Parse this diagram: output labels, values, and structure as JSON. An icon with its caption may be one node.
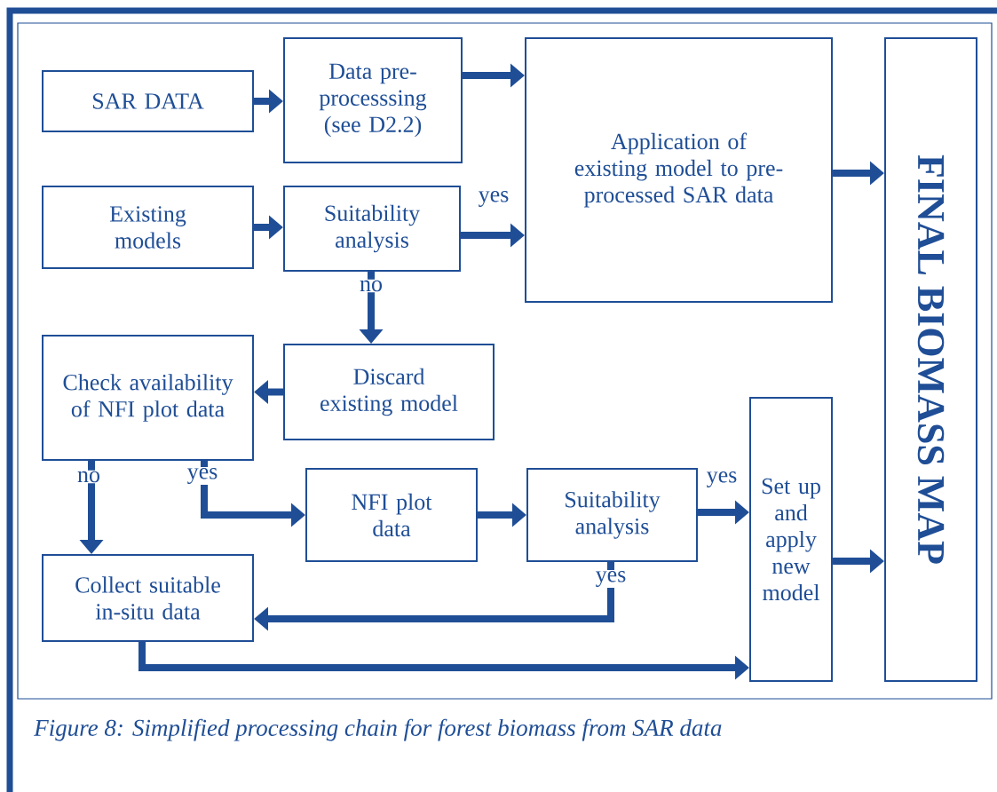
{
  "diagram": {
    "caption": "Figure 8: Simplified processing chain for forest biomass from SAR data",
    "nodes": [
      {
        "text": [
          "SAR DATA"
        ]
      },
      {
        "text": [
          "Data pre- processsing (see D2.2)"
        ]
      },
      {
        "text": [
          "Application of existing model to pre-processed SAR data"
        ]
      },
      {
        "text": [
          "FINAL BIOMASS MAP"
        ]
      },
      {
        "text": [
          "Existing models"
        ]
      },
      {
        "text": [
          "Suitability analysis"
        ]
      },
      {
        "text": [
          "Discard existing model"
        ]
      },
      {
        "text": [
          "Check availability of NFI plot data"
        ]
      },
      {
        "text": [
          "NFI plot data"
        ]
      },
      {
        "text": [
          "Suitability analysis"
        ]
      },
      {
        "text": [
          "Set up and apply new model"
        ]
      },
      {
        "text": [
          "Collect suitable in-situ data"
        ]
      }
    ],
    "edges": [
      {
        "from": 0,
        "to": 1,
        "arrow": "to"
      },
      {
        "from": 1,
        "to": 2,
        "arrow": "to"
      },
      {
        "from": 2,
        "to": 3,
        "arrow": "to"
      },
      {
        "from": 4,
        "to": 5,
        "arrow": "to"
      },
      {
        "from": 5,
        "to": 2,
        "arrow": "to",
        "label": "yes"
      },
      {
        "from": 5,
        "to": 6,
        "arrow": "to",
        "label": "no"
      },
      {
        "from": 6,
        "to": 7,
        "arrow": "to"
      },
      {
        "from": 7,
        "to": 8,
        "arrow": "to",
        "label": "yes"
      },
      {
        "from": 7,
        "to": 11,
        "arrow": "to",
        "label": "no"
      },
      {
        "from": 8,
        "to": 9,
        "arrow": "to"
      },
      {
        "from": 9,
        "to": 10,
        "arrow": "to",
        "label": "yes"
      },
      {
        "from": 9,
        "to": 11,
        "arrow": "to",
        "label": "yes"
      },
      {
        "from": 11,
        "to": 10,
        "arrow": "to"
      },
      {
        "from": 10,
        "to": 3,
        "arrow": "to"
      }
    ]
  }
}
